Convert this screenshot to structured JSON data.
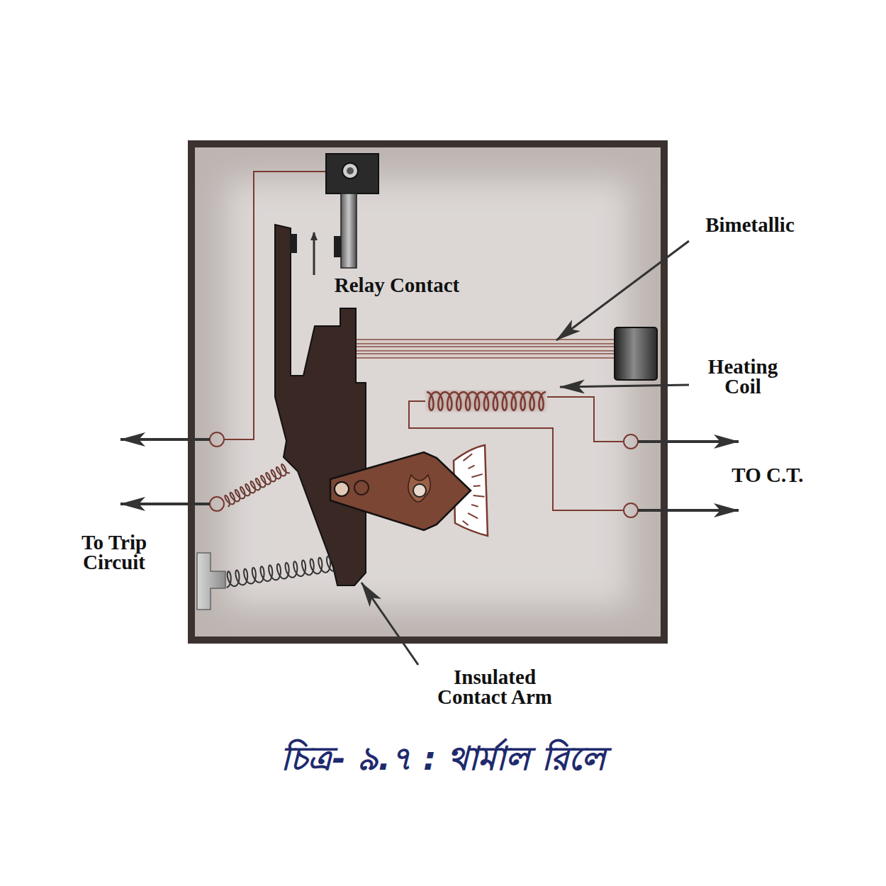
{
  "diagram": {
    "caption": "চিত্র- ৯.৭ : থার্মাল রিলে",
    "labels": [
      "Bimetallic",
      "Relay Contact",
      "Heating Coil",
      "TO C.T.",
      "To Trip Circuit",
      "Insulated Contact Arm"
    ]
  }
}
